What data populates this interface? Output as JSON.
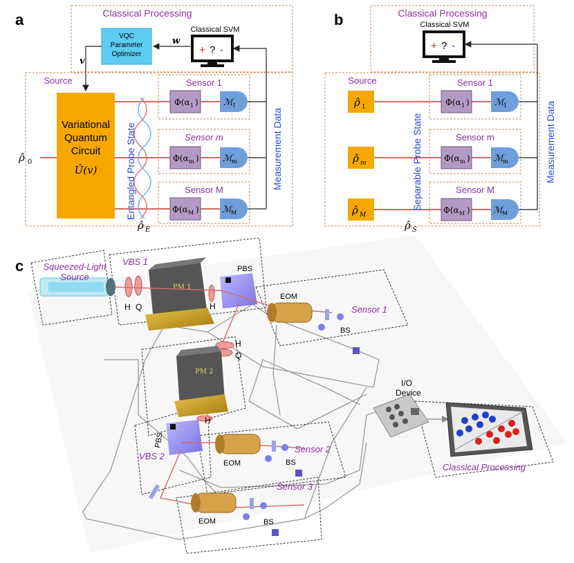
{
  "panel_a": {
    "letter": "a",
    "classical_processing": "Classical Processing",
    "classical_svm": "Classical SVM",
    "svm_symbols": [
      "+",
      "?",
      "-"
    ],
    "optimizer": [
      "VQC",
      "Parameter",
      "Optimizer"
    ],
    "w": "w",
    "v": "v",
    "source": "Source",
    "circuit": [
      "Variational",
      "Quantum",
      "Circuit"
    ],
    "unitary": "Û(v)",
    "rho0": "ρ̂",
    "rho0_sub": "0",
    "probe": "Entangled Probe State",
    "rhoE": "ρ̂",
    "rhoE_sub": "E",
    "measurement": "Measurement Data",
    "sensors": [
      {
        "title": "Sensor 1",
        "phi": "Φ(α",
        "phi_sub": "1",
        "m": "ℳ",
        "m_sub": "1"
      },
      {
        "title": "Sensor m",
        "phi": "Φ(α",
        "phi_sub": "m",
        "m": "ℳ",
        "m_sub": "m"
      },
      {
        "title": "Sensor M",
        "phi": "Φ(α",
        "phi_sub": "M",
        "m": "ℳ",
        "m_sub": "M"
      }
    ]
  },
  "panel_b": {
    "letter": "b",
    "classical_processing": "Classical Processing",
    "classical_svm": "Classical SVM",
    "svm_symbols": [
      "+",
      "?",
      "-"
    ],
    "source": "Source",
    "probe": "Separable Probe State",
    "rhoS": "ρ̂",
    "rhoS_sub": "S",
    "measurement": "Measurement Data",
    "rhos": [
      {
        "sym": "ρ̂",
        "sub": "1"
      },
      {
        "sym": "ρ̂",
        "sub": "m"
      },
      {
        "sym": "ρ̂",
        "sub": "M"
      }
    ],
    "sensors": [
      {
        "title": "Sensor 1",
        "phi": "Φ(α",
        "phi_sub": "1",
        "m": "ℳ",
        "m_sub": "1"
      },
      {
        "title": "Sensor m",
        "phi": "Φ(α",
        "phi_sub": "m",
        "m": "ℳ",
        "m_sub": "m"
      },
      {
        "title": "Sensor M",
        "phi": "Φ(α",
        "phi_sub": "M",
        "m": "ℳ",
        "m_sub": "M"
      }
    ]
  },
  "panel_c": {
    "letter": "c",
    "squeezed": [
      "Squeezed-Light",
      "Source"
    ],
    "vbs1": "VBS 1",
    "vbs2": "VBS 2",
    "pm1": "PM 1",
    "pm2": "PM 2",
    "h": "H",
    "q": "Q",
    "pbs": "PBS",
    "eom": "EOM",
    "bs": "BS",
    "sensor1": "Sensor 1",
    "sensor2": "Sensor 2",
    "sensor3": "Sensor 3",
    "io": [
      "I/O",
      "Device"
    ],
    "classical": "Classical Processing"
  },
  "colors": {
    "orange": "#f5a800",
    "purple_box": "#b39ac4",
    "blue_meas": "#6f9fd8",
    "optimizer": "#5ecbf0",
    "red_line": "#c0392b",
    "frame": "#c98a5a"
  }
}
